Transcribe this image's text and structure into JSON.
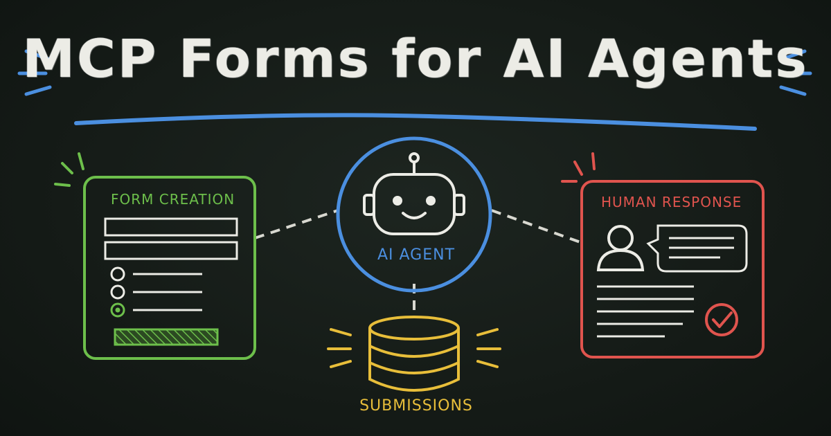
{
  "title": "MCP Forms for AI Agents",
  "nodes": {
    "form_creation": {
      "label": "FORM CREATION"
    },
    "ai_agent": {
      "label": "AI AGENT"
    },
    "human_response": {
      "label": "HUMAN RESPONSE"
    },
    "submissions": {
      "label": "SUBMISSIONS"
    }
  },
  "colors": {
    "background": "#151b17",
    "chalk_white": "#ecece6",
    "form_green": "#6dbf4b",
    "agent_blue": "#4b8fe0",
    "human_red": "#e0544e",
    "submissions_yellow": "#e8be3a"
  }
}
